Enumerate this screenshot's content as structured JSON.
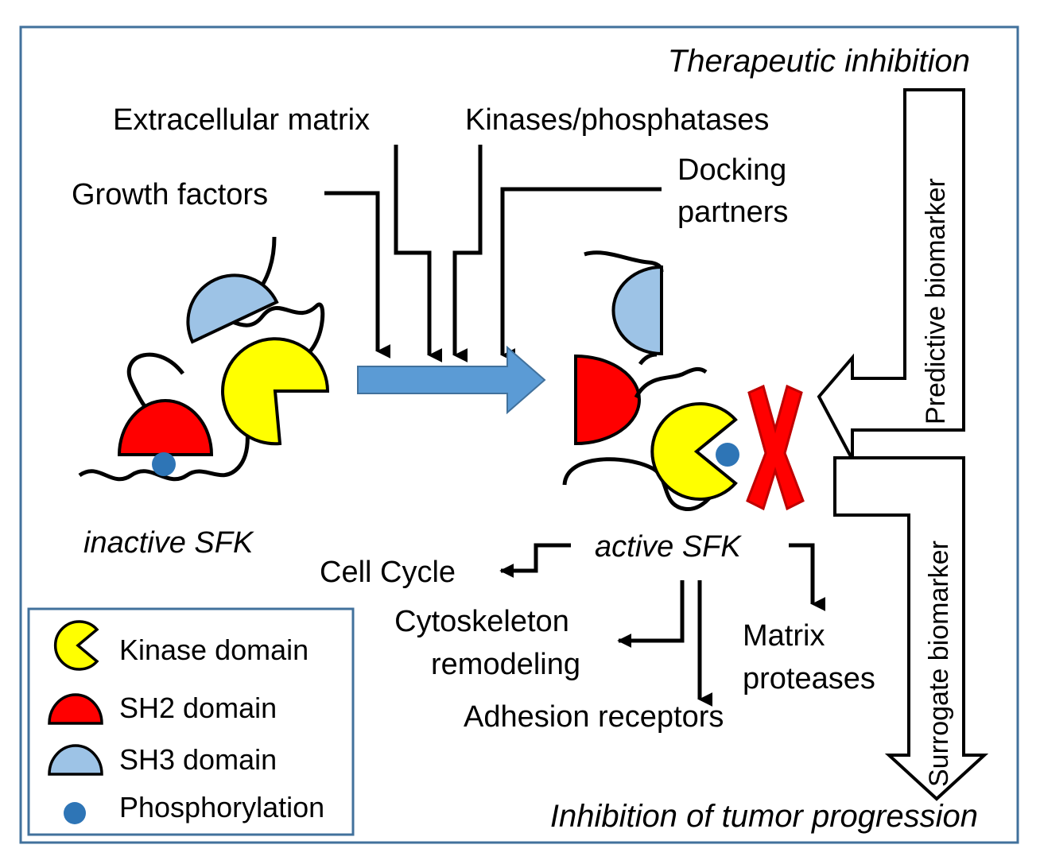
{
  "header": {
    "therapeutic_inhibition": "Therapeutic inhibition"
  },
  "inputs": {
    "extracellular_matrix": "Extracellular matrix",
    "kinases_phosphatases": "Kinases/phosphatases",
    "docking_partners_line1": "Docking",
    "docking_partners_line2": "partners",
    "growth_factors": "Growth factors"
  },
  "states": {
    "inactive": "inactive SFK",
    "active": "active SFK"
  },
  "outputs": {
    "cell_cycle": "Cell Cycle",
    "cytoskeleton_line1": "Cytoskeleton",
    "cytoskeleton_line2": "remodeling",
    "matrix_proteases_line1": "Matrix",
    "matrix_proteases_line2": "proteases",
    "adhesion_receptors": "Adhesion receptors"
  },
  "biomarkers": {
    "predictive": "Predictive biomarker",
    "surrogate": "Surrogate biomarker"
  },
  "footer": {
    "tumor_progression": "Inhibition of tumor progression"
  },
  "legend": {
    "kinase": "Kinase domain",
    "sh2": "SH2 domain",
    "sh3": "SH3 domain",
    "phospho": "Phosphorylation"
  },
  "colors": {
    "kinase": "#ffff00",
    "sh2": "#ff0000",
    "sh3": "#9dc3e6",
    "phospho": "#2e75b6",
    "main_arrow": "#5b9bd5",
    "frame": "#41719c"
  }
}
